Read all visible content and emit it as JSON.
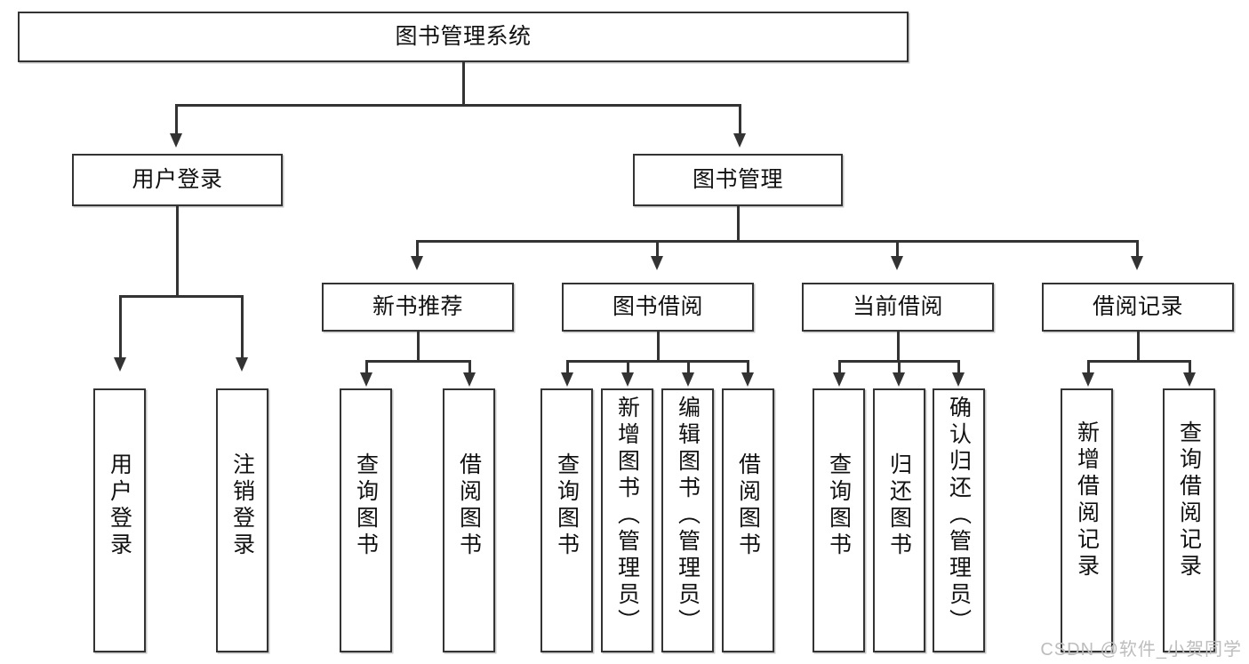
{
  "diagram": {
    "title": "图书管理系统",
    "type": "tree-hierarchy-diagram",
    "root": {
      "label": "图书管理系统"
    },
    "level2": [
      {
        "label": "用户登录"
      },
      {
        "label": "图书管理"
      }
    ],
    "level3": [
      {
        "label": "新书推荐"
      },
      {
        "label": "图书借阅"
      },
      {
        "label": "当前借阅"
      },
      {
        "label": "借阅记录"
      }
    ],
    "leaves": {
      "user_login": [
        {
          "label": "用户登录"
        },
        {
          "label": "注销登录"
        }
      ],
      "new_book_recommend": [
        {
          "label": "查询图书"
        },
        {
          "label": "借阅图书"
        }
      ],
      "book_borrow": [
        {
          "label": "查询图书"
        },
        {
          "label": "新增图书（管理员）"
        },
        {
          "label": "编辑图书（管理员）"
        },
        {
          "label": "借阅图书"
        }
      ],
      "current_borrow": [
        {
          "label": "查询图书"
        },
        {
          "label": "归还图书"
        },
        {
          "label": "确认归还（管理员）"
        }
      ],
      "borrow_record": [
        {
          "label": "新增借阅记录"
        },
        {
          "label": "查询借阅记录"
        }
      ]
    }
  },
  "watermark": {
    "text": "CSDN @软件_小贺同学"
  },
  "colors": {
    "stroke": "#333333",
    "background": "#ffffff",
    "text": "#111111",
    "watermark": "#bdbdbd"
  }
}
